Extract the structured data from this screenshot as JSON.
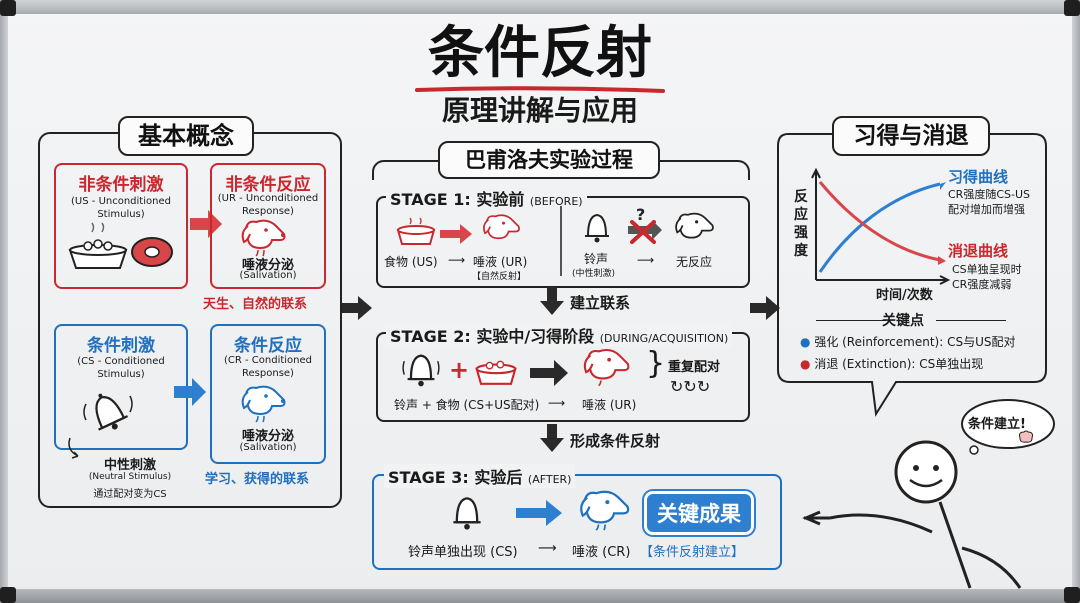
{
  "title": "条件反射",
  "subtitle": "原理讲解与应用",
  "left": {
    "header": "基本概念",
    "us": {
      "title": "非条件刺激",
      "line1": "(US - Unconditioned",
      "line2": "Stimulus)"
    },
    "ur": {
      "title": "非条件反应",
      "line1": "(UR - Unconditioned",
      "line2": "Response)",
      "cap": "唾液分泌",
      "cap2": "(Salivation)"
    },
    "innate": "天生、自然的联系",
    "cs": {
      "title": "条件刺激",
      "line1": "(CS - Conditioned",
      "line2": "Stimulus)"
    },
    "cr": {
      "title": "条件反应",
      "line1": "(CR - Conditioned",
      "line2": "Response)",
      "cap": "唾液分泌",
      "cap2": "(Salivation)"
    },
    "neutral": {
      "title": "中性刺激",
      "en": "(Neutral Stimulus)",
      "note": "通过配对变为CS"
    },
    "learned": "学习、获得的联系"
  },
  "center": {
    "header": "巴甫洛夫实验过程",
    "stage1": {
      "title": "STAGE 1: 实验前",
      "en": "(BEFORE)",
      "food": "食物 (US)",
      "saliva": "唾液 (UR)",
      "natural": "【自然反射】",
      "bell": "铃声",
      "neutral": "(中性刺激)",
      "none": "无反应"
    },
    "link1": "建立联系",
    "stage2": {
      "title": "STAGE 2: 实验中/习得阶段",
      "en": "(DURING/ACQUISITION)",
      "caption": "铃声 + 食物 (CS+US配对)",
      "saliva": "唾液 (UR)",
      "repeat": "重复配对"
    },
    "link2": "形成条件反射",
    "stage3": {
      "title": "STAGE 3: 实验后",
      "en": "(AFTER)",
      "bell_alone": "铃声单独出现 (CS)",
      "saliva": "唾液 (CR)",
      "established": "【条件反射建立】",
      "key_result": "关键成果"
    }
  },
  "right": {
    "header": "习得与消退",
    "y_axis": "反应强度",
    "x_axis": "时间/次数",
    "acq_title": "习得曲线",
    "acq_desc1": "CR强度随CS-US",
    "acq_desc2": "配对增加而增强",
    "ext_title": "消退曲线",
    "ext_desc1": "CS单独呈现时",
    "ext_desc2": "CR强度减弱",
    "key_points": "关键点",
    "reinforce": "强化 (Reinforcement): CS与US配对",
    "extinction": "消退 (Extinction): CS单独出现",
    "bubble": "条件建立!"
  },
  "colors": {
    "red": "#c8282e",
    "blue": "#2070c0",
    "ink": "#222222"
  },
  "icons": [
    "food-bowl-icon",
    "meat-icon",
    "dog-head-icon",
    "bell-icon",
    "arrow-right-icon",
    "arrow-down-icon",
    "cross-icon",
    "stick-figure-icon",
    "brain-icon",
    "repeat-cycle-icon"
  ]
}
